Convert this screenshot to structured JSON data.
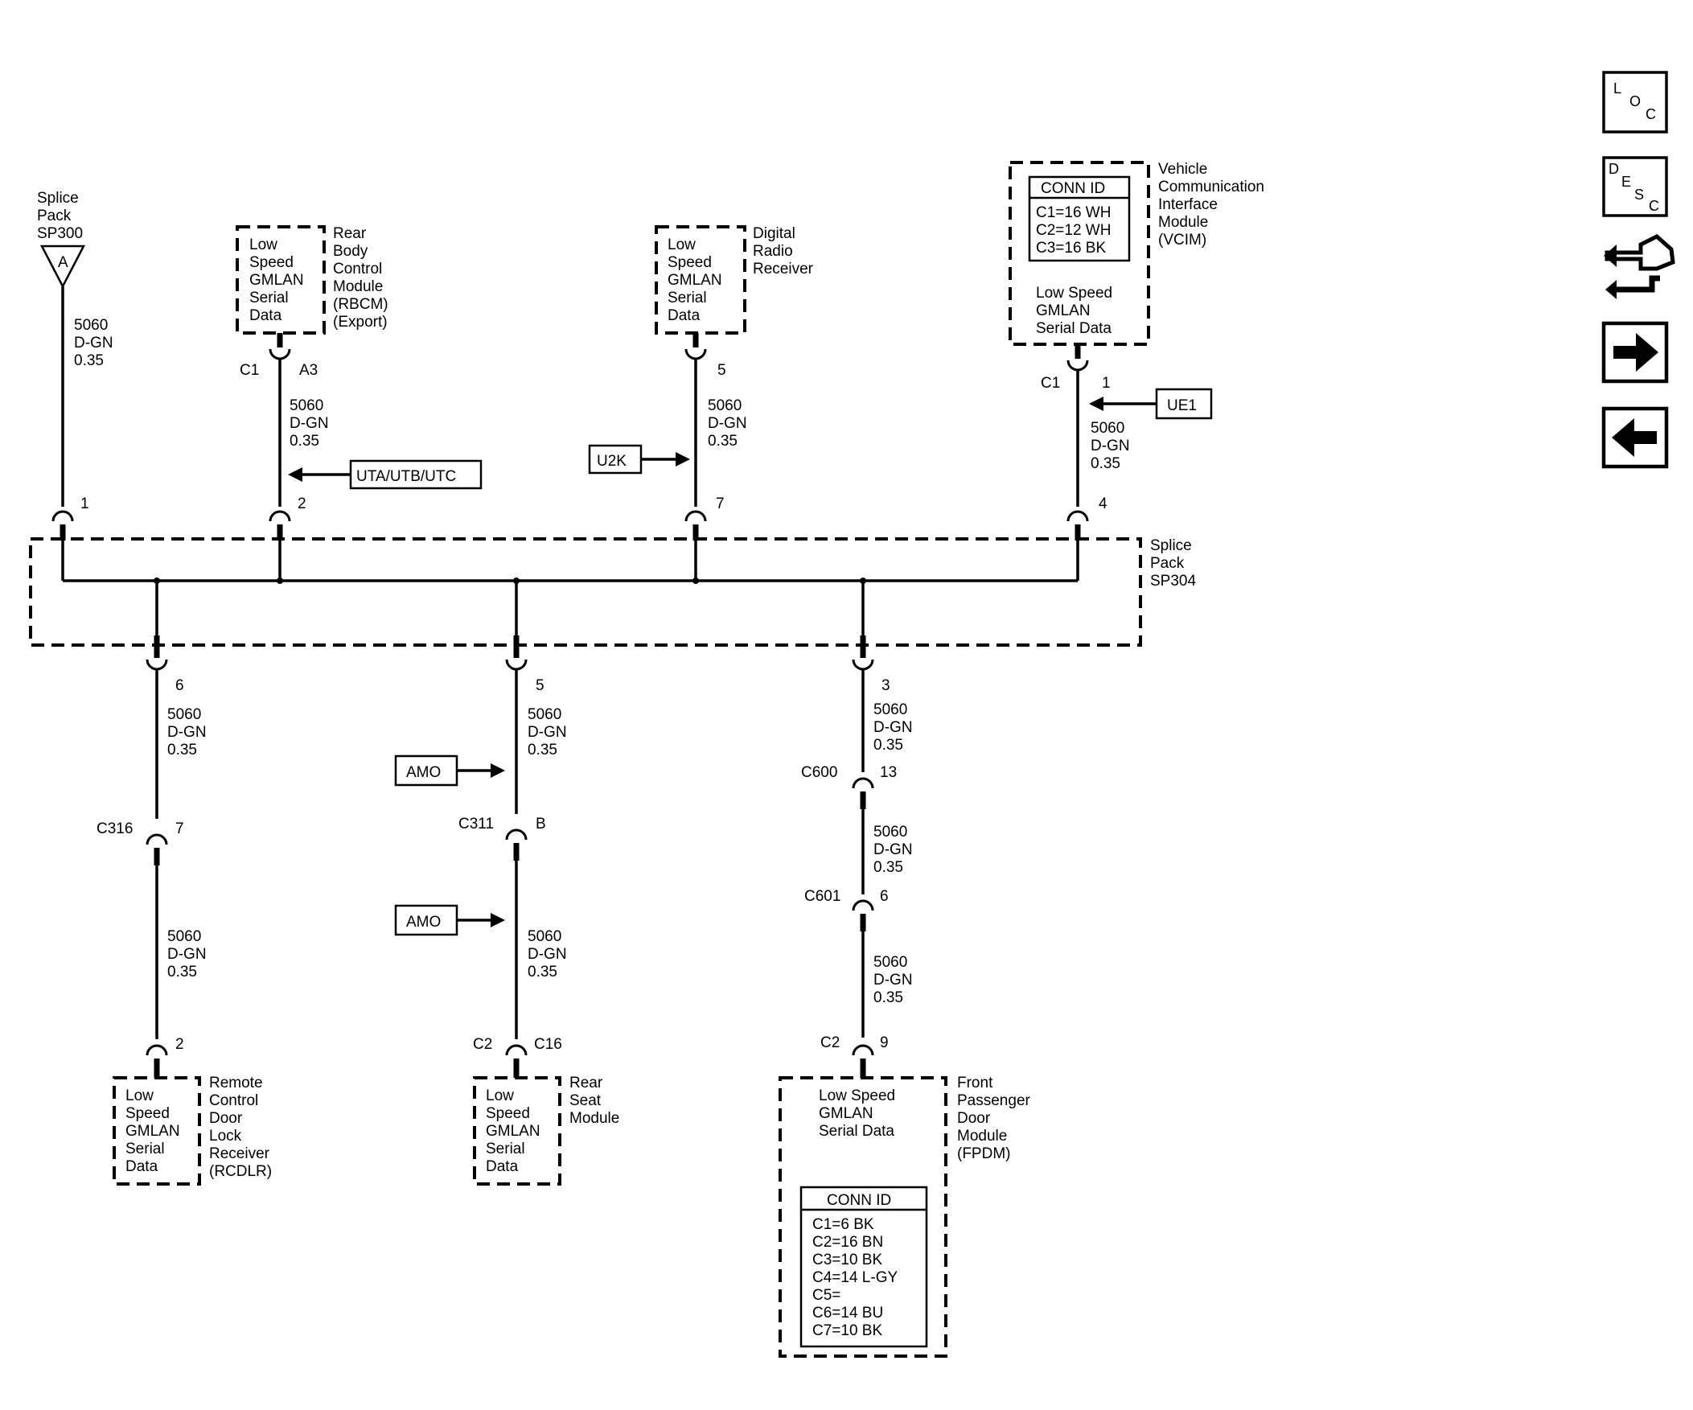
{
  "wire": {
    "number": "5060",
    "color": "D-GN",
    "size": "0.35"
  },
  "splice_sp300": {
    "label": [
      "Splice",
      "Pack",
      "SP300"
    ],
    "pin_letter": "A",
    "pin": "1"
  },
  "splice_sp304": {
    "label": [
      "Splice",
      "Pack",
      "SP304"
    ]
  },
  "rbcm": {
    "name": [
      "Rear",
      "Body",
      "Control",
      "Module",
      "(RBCM)",
      "(Export)"
    ],
    "inner": [
      "Low",
      "Speed",
      "GMLAN",
      "Serial",
      "Data"
    ],
    "connector": "C1",
    "pin": "A3",
    "splice_pin": "2"
  },
  "radio": {
    "name": [
      "Digital",
      "Radio",
      "Receiver"
    ],
    "inner": [
      "Low",
      "Speed",
      "GMLAN",
      "Serial",
      "Data"
    ],
    "pin": "5",
    "splice_pin": "7"
  },
  "vcim": {
    "name": [
      "Vehicle",
      "Communication",
      "Interface",
      "Module",
      "(VCIM)"
    ],
    "conn_id_title": "CONN ID",
    "conn_ids": [
      "C1=16 WH",
      "C2=12 WH",
      "C3=16 BK"
    ],
    "inner": [
      "Low Speed",
      "GMLAN",
      "Serial Data"
    ],
    "connector": "C1",
    "pin": "1",
    "splice_pin": "4"
  },
  "rcdlr": {
    "name": [
      "Remote",
      "Control",
      "Door",
      "Lock",
      "Receiver",
      "(RCDLR)"
    ],
    "inner": [
      "Low",
      "Speed",
      "GMLAN",
      "Serial",
      "Data"
    ],
    "splice_pin": "6",
    "inline_connector": "C316",
    "inline_pin": "7",
    "pin": "2"
  },
  "rsm": {
    "name": [
      "Rear",
      "Seat",
      "Module"
    ],
    "inner": [
      "Low",
      "Speed",
      "GMLAN",
      "Serial",
      "Data"
    ],
    "splice_pin": "5",
    "inline_connector": "C311",
    "inline_pin": "B",
    "connector": "C2",
    "pin": "C16"
  },
  "fpdm": {
    "name": [
      "Front",
      "Passenger",
      "Door",
      "Module",
      "(FPDM)"
    ],
    "inner": [
      "Low Speed",
      "GMLAN",
      "Serial Data"
    ],
    "conn_id_title": "CONN ID",
    "conn_ids": [
      "C1=6 BK",
      "C2=16 BN",
      "C3=10 BK",
      "C4=14 L-GY",
      "C5=",
      "C6=14 BU",
      "C7=10 BK"
    ],
    "splice_pin": "3",
    "inline1_connector": "C600",
    "inline1_pin": "13",
    "inline2_connector": "C601",
    "inline2_pin": "6",
    "connector": "C2",
    "pin": "9"
  },
  "options": {
    "rbcm": "UTA/UTB/UTC",
    "radio": "U2K",
    "vcim": "UE1",
    "rsm_upper": "AMO",
    "rsm_lower": "AMO"
  },
  "nav": {
    "loc": [
      "L",
      "O",
      "C"
    ],
    "desc": [
      "D",
      "E",
      "S",
      "C"
    ],
    "icons": [
      "connector-end-view-icon",
      "arrow-right-icon",
      "arrow-left-icon"
    ]
  }
}
